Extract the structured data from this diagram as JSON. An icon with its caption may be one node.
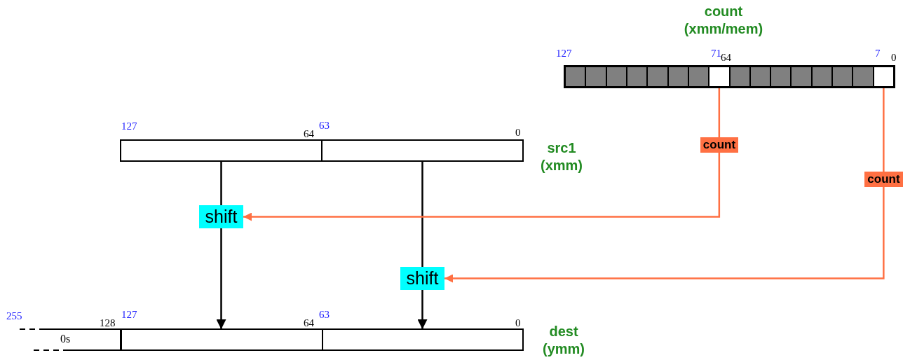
{
  "diagram": {
    "nodes": [
      {
        "text": [
          "count (xmm/mem)"
        ]
      },
      {
        "text": [],
        "shape": "box",
        "in": 0
      },
      {
        "text": [],
        "shape": "box",
        "in": 0
      },
      {
        "text": [
          "src1 (xmm)"
        ]
      },
      {
        "text": [],
        "shape": "box",
        "in": 3
      },
      {
        "text": [],
        "shape": "box",
        "in": 3
      },
      {
        "text": [
          "shift"
        ]
      },
      {
        "text": [
          "shift"
        ]
      },
      {
        "text": [
          "dest (ymm)"
        ]
      },
      {
        "text": [
          "0s"
        ]
      },
      {
        "text": [],
        "shape": "box",
        "in": 8
      },
      {
        "text": [],
        "shape": "box",
        "in": 8
      }
    ],
    "edges": [
      {
        "from": 4,
        "to": 6,
        "arrow": "none"
      },
      {
        "from": 6,
        "to": 10,
        "arrow": "to"
      },
      {
        "from": 5,
        "to": 7,
        "arrow": "none"
      },
      {
        "from": 7,
        "to": 11,
        "arrow": "to"
      },
      {
        "from": 1,
        "to": 6,
        "arrow": "to",
        "label": "count",
        "color": "#ff7043"
      },
      {
        "from": 2,
        "to": 7,
        "arrow": "to",
        "label": "count",
        "color": "#ff7043"
      }
    ],
    "labels": [
      "127",
      "71",
      "64",
      "7",
      "0",
      "127",
      "64",
      "63",
      "0",
      "255",
      "128",
      "127",
      "64",
      "63",
      "0"
    ]
  }
}
